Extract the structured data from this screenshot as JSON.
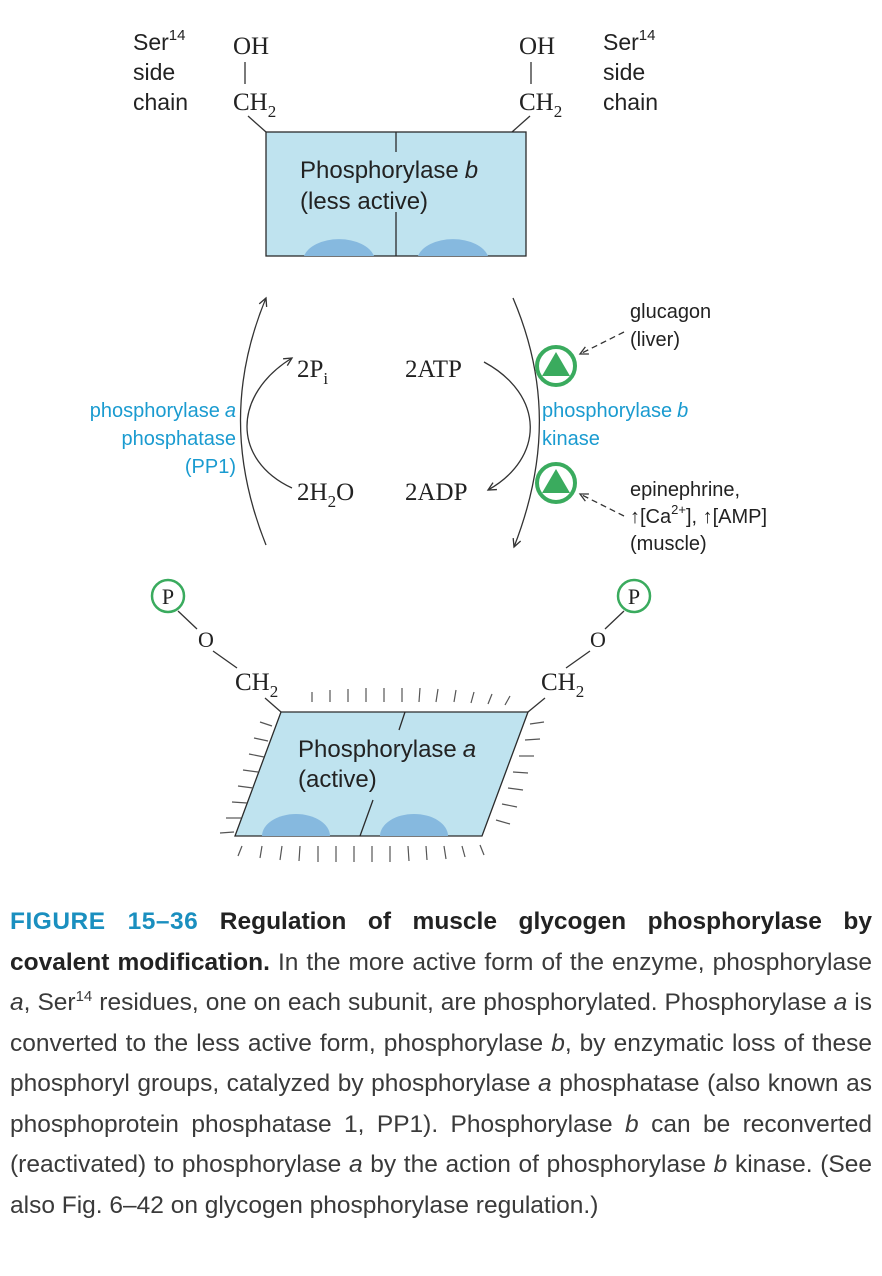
{
  "top": {
    "left_side_chain": [
      "Ser",
      "14",
      "side",
      "chain"
    ],
    "right_side_chain": [
      "Ser",
      "14",
      "side",
      "chain"
    ],
    "oh": "OH",
    "ch2": [
      "CH",
      "2"
    ],
    "enzyme_name": "Phosphorylase",
    "enzyme_variant": "b",
    "enzyme_state": "(less active)"
  },
  "middle": {
    "phosphatase_label": [
      "phosphorylase",
      "a",
      "phosphatase",
      "(PP1)"
    ],
    "kinase_label": [
      "phosphorylase",
      "b",
      "kinase"
    ],
    "pi": [
      "2P",
      "i"
    ],
    "h2o": [
      "2H",
      "2",
      "O"
    ],
    "atp": "2ATP",
    "adp": "2ADP",
    "glucagon": [
      "glucagon",
      "(liver)"
    ],
    "epinephrine": [
      "epinephrine,",
      "↑[Ca",
      "2+",
      "], ↑[AMP]",
      "(muscle)"
    ]
  },
  "bottom": {
    "p": "P",
    "o": "O",
    "ch2": [
      "CH",
      "2"
    ],
    "enzyme_name": "Phosphorylase",
    "enzyme_variant": "a",
    "enzyme_state": "(active)"
  },
  "caption": {
    "label": "FIGURE 15–36",
    "title": "Regulation of muscle glycogen phosphorylase by covalent modification.",
    "body_1": "In the more active form of the enzyme, phosphorylase",
    "a1": "a",
    "body_2": ", Ser",
    "sup": "14",
    "body_3": "residues, one on each subunit, are phosphorylated. Phosphorylase",
    "a2": "a",
    "body_4": "is converted to the less active form, phosphorylase",
    "b1": "b",
    "body_5": ", by enzymatic loss of these phosphoryl groups, catalyzed by phosphorylase",
    "a3": "a",
    "body_6": "phosphatase (also known as phosphoprotein phosphatase 1, PP1). Phosphorylase",
    "b2": "b",
    "body_7": "can be reconverted (reactivated) to phosphorylase",
    "a4": "a",
    "body_8": "by the action of phosphorylase",
    "b3": "b",
    "body_9": "kinase. (See also Fig. 6–42 on glycogen phosphorylase regulation.)"
  },
  "colors": {
    "enzyme_fill": "#bfe3ef",
    "enzyme_dome": "#86b9df",
    "label_blue": "#1a9bd0",
    "activator_green": "#3aab5e",
    "figure_blue": "#1a8fbf"
  }
}
